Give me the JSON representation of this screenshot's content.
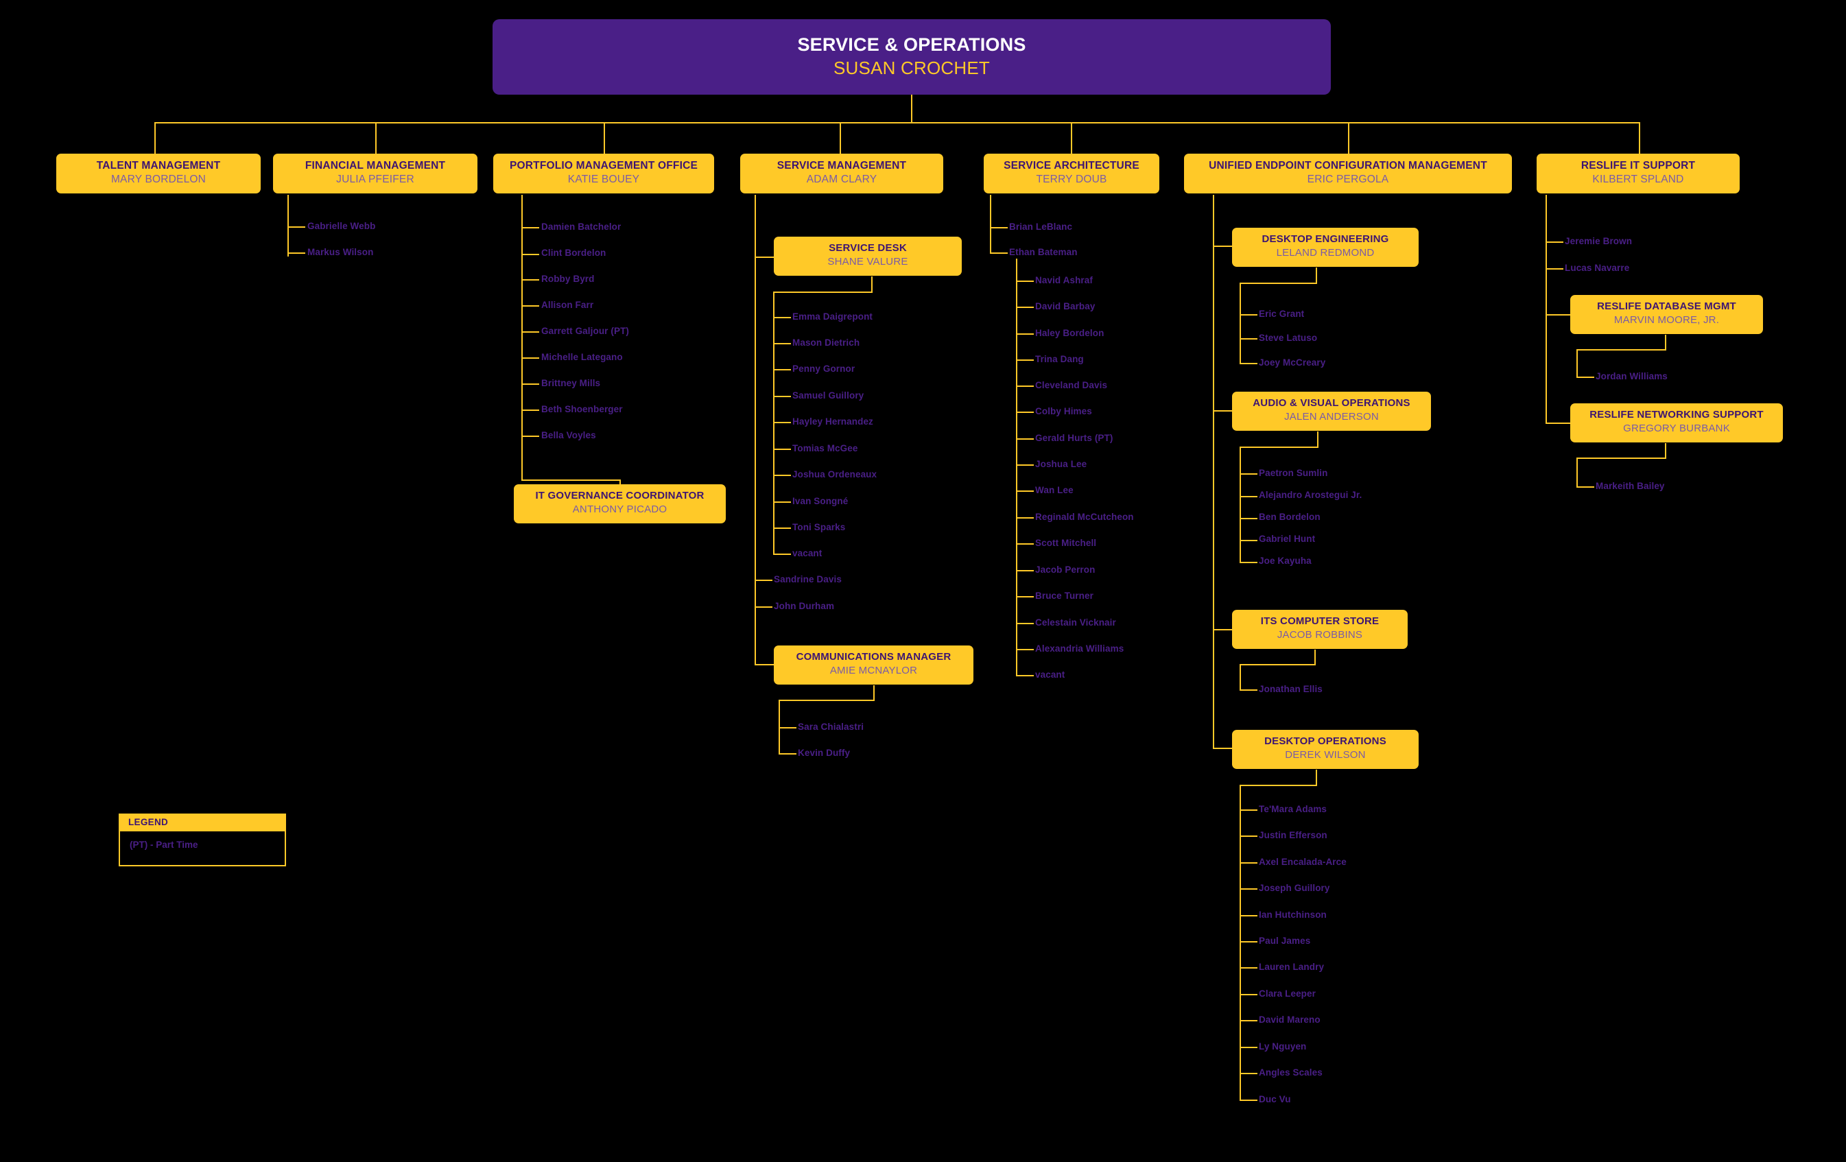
{
  "title": "Service & Operations Organizational Chart",
  "colors": {
    "background": "#000000",
    "accent_yellow": "#ffc928",
    "root_purple": "#4a1f87",
    "title_purple": "#3d1472",
    "person_purple": "#7a5aa8",
    "staff_purple": "#4a1f87",
    "root_title_white": "#ffffff"
  },
  "root": {
    "title": "SERVICE & OPERATIONS",
    "person": "SUSAN CROCHET"
  },
  "units": {
    "talent_management": {
      "title": "TALENT MANAGEMENT",
      "person": "MARY BORDELON"
    },
    "financial_management": {
      "title": "FINANCIAL MANAGEMENT",
      "person": "JULIA PFEIFER"
    },
    "portfolio_management_office": {
      "title": "PORTFOLIO MANAGEMENT OFFICE",
      "person": "KATIE BOUEY"
    },
    "service_management": {
      "title": "SERVICE MANAGEMENT",
      "person": "ADAM CLARY"
    },
    "service_architecture": {
      "title": "SERVICE ARCHITECTURE",
      "person": "TERRY DOUB"
    },
    "unified_endpoint": {
      "title": "UNIFIED ENDPOINT CONFIGURATION MANAGEMENT",
      "person": "ERIC PERGOLA"
    },
    "reslife_it_support": {
      "title": "RESLIFE IT SUPPORT",
      "person": "KILBERT SPLAND"
    }
  },
  "subunits": {
    "it_governance_coordinator": {
      "title": "IT GOVERNANCE COORDINATOR",
      "person": "ANTHONY PICADO"
    },
    "service_desk": {
      "title": "SERVICE DESK",
      "person": "SHANE VALURE"
    },
    "communications_manager": {
      "title": "COMMUNICATIONS MANAGER",
      "person": "AMIE MCNAYLOR"
    },
    "desktop_engineering": {
      "title": "DESKTOP ENGINEERING",
      "person": "LELAND REDMOND"
    },
    "audio_visual_operations": {
      "title": "AUDIO & VISUAL OPERATIONS",
      "person": "JALEN ANDERSON"
    },
    "its_computer_store": {
      "title": "ITS COMPUTER STORE",
      "person": "JACOB ROBBINS"
    },
    "desktop_operations": {
      "title": "DESKTOP OPERATIONS",
      "person": "DEREK WILSON"
    },
    "reslife_database_mgmt": {
      "title": "RESLIFE DATABASE MGMT",
      "person": "MARVIN MOORE, JR."
    },
    "reslife_networking_support": {
      "title": "RESLIFE NETWORKING SUPPORT",
      "person": "GREGORY BURBANK"
    }
  },
  "staff": {
    "financial_management": [
      "Gabrielle Webb",
      "Markus Wilson"
    ],
    "portfolio_management_office": [
      "Damien Batchelor",
      "Clint Bordelon",
      "Robby Byrd",
      "Allison Farr",
      "Garrett Galjour (PT)",
      "Michelle Lategano",
      "Brittney Mills",
      "Beth Shoenberger",
      "Bella Voyles"
    ],
    "service_desk": [
      "Emma Daigrepont",
      "Mason Dietrich",
      "Penny Gornor",
      "Samuel Guillory",
      "Hayley Hernandez",
      "Tomias McGee",
      "Joshua Ordeneaux",
      "Ivan Songné",
      "Toni Sparks",
      "vacant"
    ],
    "service_management": [
      "Sandrine Davis",
      "John Durham"
    ],
    "communications_manager": [
      "Sara Chialastri",
      "Kevin Duffy"
    ],
    "service_architecture": [
      "Brian LeBlanc",
      "Ethan Bateman"
    ],
    "ethan_bateman": [
      "Navid Ashraf",
      "David Barbay",
      "Haley Bordelon",
      "Trina Dang",
      "Cleveland Davis",
      "Colby Himes",
      "Gerald Hurts (PT)",
      "Joshua Lee",
      "Wan Lee",
      "Reginald McCutcheon",
      "Scott Mitchell",
      "Jacob Perron",
      "Bruce Turner",
      "Celestain Vicknair",
      "Alexandria Williams",
      "vacant"
    ],
    "desktop_engineering": [
      "Eric Grant",
      "Steve Latuso",
      "Joey McCreary"
    ],
    "audio_visual_operations": [
      "Paetron Sumlin",
      "Alejandro Arostegui Jr.",
      "Ben Bordelon",
      "Gabriel Hunt",
      "Joe Kayuha"
    ],
    "its_computer_store": [
      "Jonathan Ellis"
    ],
    "desktop_operations": [
      "Te'Mara Adams",
      "Justin Efferson",
      "Axel Encalada-Arce",
      "Joseph Guillory",
      "Ian Hutchinson",
      "Paul James",
      "Lauren Landry",
      "Clara Leeper",
      "David Mareno",
      "Ly Nguyen",
      "Angles Scales",
      "Duc Vu"
    ],
    "reslife_it_support": [
      "Jeremie Brown",
      "Lucas Navarre"
    ],
    "reslife_database_mgmt": [
      "Jordan Williams"
    ],
    "reslife_networking_support": [
      "Markeith Bailey"
    ]
  },
  "legend": {
    "heading": "LEGEND",
    "entry": "(PT) - Part Time"
  }
}
